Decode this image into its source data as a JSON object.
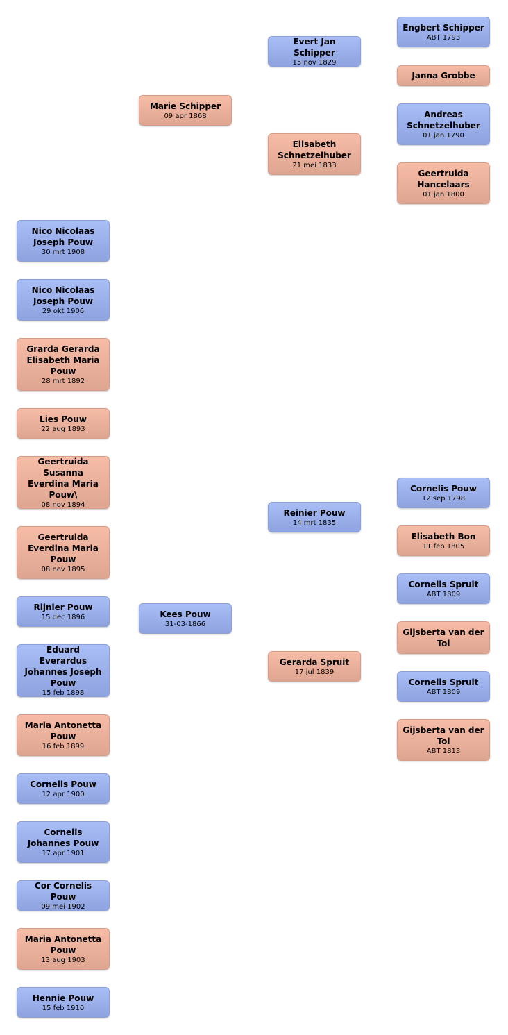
{
  "people": {
    "engbert": {
      "name": "Engbert Schipper",
      "date": "ABT 1793",
      "sex": "male"
    },
    "janna": {
      "name": "Janna Grobbe",
      "date": "",
      "sex": "female"
    },
    "andreas": {
      "name": "Andreas Schnetzelhuber",
      "date": "01 jan 1790",
      "sex": "male"
    },
    "geertruida_h": {
      "name": "Geertruida Hancelaars",
      "date": "01 jan 1800",
      "sex": "female"
    },
    "evert": {
      "name": "Evert Jan Schipper",
      "date": "15 nov 1829",
      "sex": "male"
    },
    "elisabeth_s": {
      "name": "Elisabeth Schnetzelhuber",
      "date": "21 mei 1833",
      "sex": "female"
    },
    "marie": {
      "name": "Marie Schipper",
      "date": "09 apr 1868",
      "sex": "female"
    },
    "cornelis_p1798": {
      "name": "Cornelis Pouw",
      "date": "12 sep 1798",
      "sex": "male"
    },
    "elisabeth_bon": {
      "name": "Elisabeth Bon",
      "date": "11 feb 1805",
      "sex": "female"
    },
    "cornelis_spruit1": {
      "name": "Cornelis Spruit",
      "date": "ABT 1809",
      "sex": "male"
    },
    "gijsberta1": {
      "name": "Gijsberta van der Tol",
      "date": "",
      "sex": "female"
    },
    "cornelis_spruit2": {
      "name": "Cornelis Spruit",
      "date": "ABT 1809",
      "sex": "male"
    },
    "gijsberta2": {
      "name": "Gijsberta van der Tol",
      "date": "ABT 1813",
      "sex": "female"
    },
    "reinier": {
      "name": "Reinier Pouw",
      "date": "14 mrt 1835",
      "sex": "male"
    },
    "gerarda": {
      "name": "Gerarda Spruit",
      "date": "17 jul 1839",
      "sex": "female"
    },
    "kees": {
      "name": "Kees Pouw",
      "date": "31-03-1866",
      "sex": "male"
    },
    "c1": {
      "name": "Nico Nicolaas Joseph Pouw",
      "date": "30 mrt 1908",
      "sex": "male"
    },
    "c2": {
      "name": "Nico Nicolaas Joseph Pouw",
      "date": "29 okt 1906",
      "sex": "male"
    },
    "c3": {
      "name": "Grarda Gerarda Elisabeth Maria Pouw",
      "date": "28 mrt 1892",
      "sex": "female"
    },
    "c4": {
      "name": "Lies Pouw",
      "date": "22 aug 1893",
      "sex": "female"
    },
    "c5": {
      "name": "Geertruida Susanna Everdina Maria Pouw\\",
      "date": "08 nov 1894",
      "sex": "female"
    },
    "c6": {
      "name": "Geertruida Everdina Maria Pouw",
      "date": "08 nov 1895",
      "sex": "female"
    },
    "c7": {
      "name": "Rijnier Pouw",
      "date": "15 dec 1896",
      "sex": "male"
    },
    "c8": {
      "name": "Eduard Everardus Johannes Joseph Pouw",
      "date": "15 feb 1898",
      "sex": "male"
    },
    "c9": {
      "name": "Maria Antonetta Pouw",
      "date": "16 feb 1899",
      "sex": "female"
    },
    "c10": {
      "name": "Cornelis Pouw",
      "date": "12 apr 1900",
      "sex": "male"
    },
    "c11": {
      "name": "Cornelis Johannes Pouw",
      "date": "17 apr 1901",
      "sex": "male"
    },
    "c12": {
      "name": "Cor Cornelis Pouw",
      "date": "09 mei 1902",
      "sex": "male"
    },
    "c13": {
      "name": "Maria Antonetta Pouw",
      "date": "13 aug 1903",
      "sex": "female"
    },
    "c14": {
      "name": "Hennie Pouw",
      "date": "15 feb 1910",
      "sex": "male"
    }
  },
  "colors": {
    "male": "#9db1ec",
    "female": "#eeb39e"
  }
}
